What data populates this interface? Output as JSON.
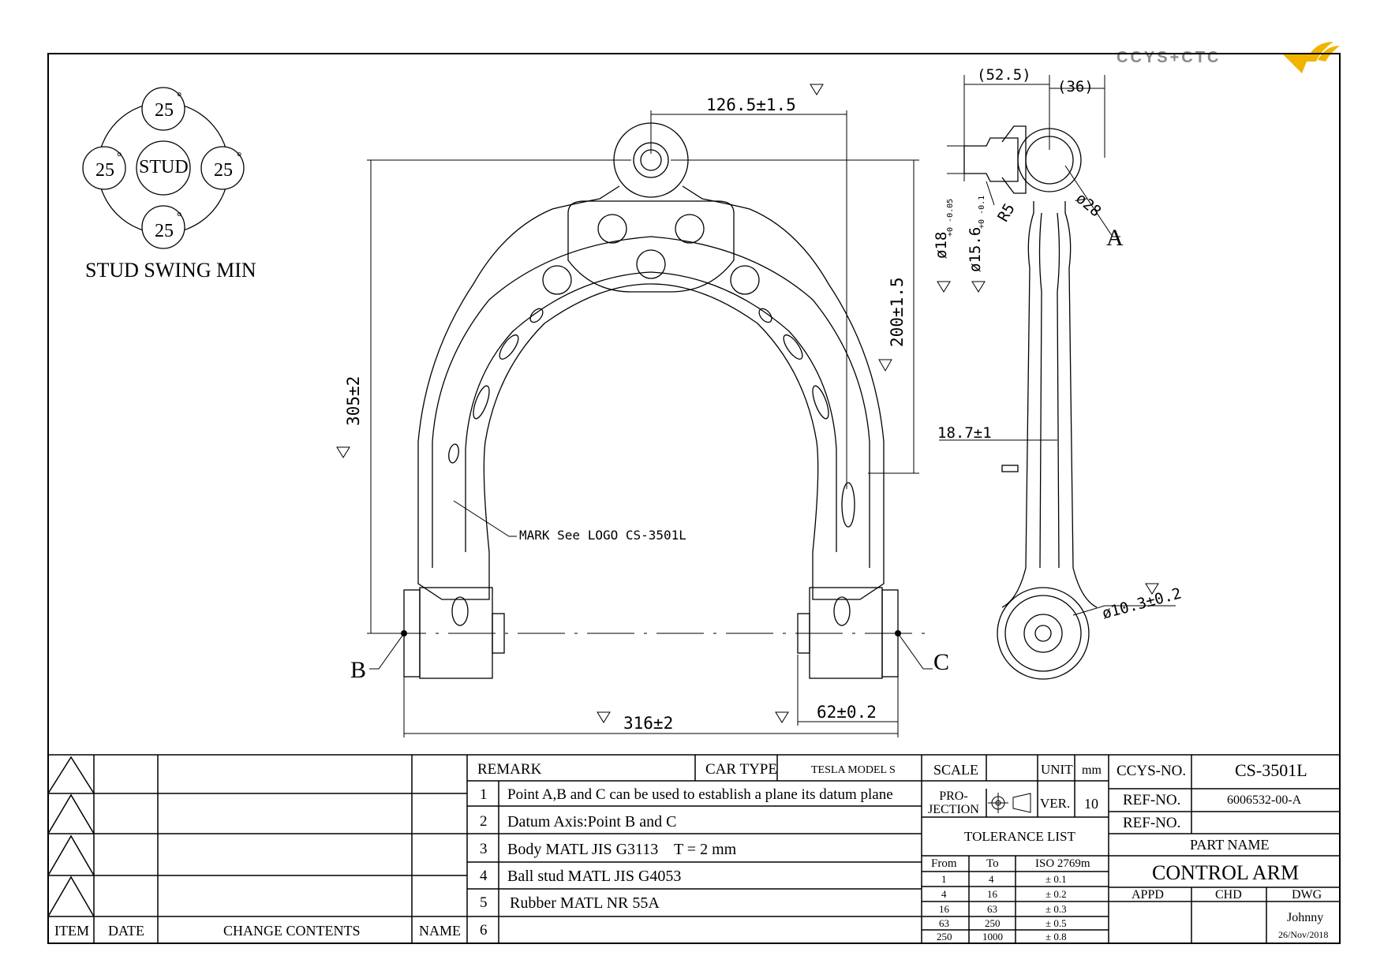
{
  "logo": {
    "text": "CCYS+CTC"
  },
  "stud": {
    "top": "25",
    "left": "25",
    "right": "25",
    "bottom": "25",
    "deg": "°",
    "center": "STUD",
    "caption": "STUD SWING MIN"
  },
  "dims": {
    "d126": "126.5±1.5",
    "d305": "305±2",
    "d200": "200±1.5",
    "d316": "316±2",
    "d62": "62±0.2",
    "d525": "(52.5)",
    "d36": "(36)",
    "d187": "18.7±1",
    "d18": "ø18",
    "d18tol": "+0  -0.05",
    "d156": "ø15.6",
    "d156tol": "+0  -0.1",
    "r5": "R5",
    "d28": "ø28",
    "d103": "ø10.3±0.2"
  },
  "points": {
    "a": "A",
    "b": "B",
    "c": "C"
  },
  "mark": "MARK See LOGO CS-3501L",
  "revision": {
    "item": "ITEM",
    "date": "DATE",
    "change": "CHANGE CONTENTS",
    "name": "NAME"
  },
  "remarks": {
    "header": "REMARK",
    "car_type_label": "CAR TYPE",
    "car_type": "TESLA MODEL S",
    "rows": [
      {
        "no": "1",
        "text": "Point A,B and C can be used to establish a plane its datum plane"
      },
      {
        "no": "2",
        "text": "Datum Axis:Point B and C"
      },
      {
        "no": "3",
        "text": "Body MATL JIS G3113    T = 2 mm"
      },
      {
        "no": "4",
        "text": "Ball stud MATL JIS G4053"
      },
      {
        "no": "5",
        "text": "Rubber MATL NR 55A"
      },
      {
        "no": "6",
        "text": ""
      }
    ]
  },
  "info": {
    "scale": "SCALE",
    "unit": "UNIT",
    "unit_val": "mm",
    "projection": "PRO-\nJECTION",
    "ver": "VER.",
    "ver_val": "10",
    "tolerance_title": "TOLERANCE LIST",
    "tol_cols": [
      "From",
      "To",
      "ISO 2769m"
    ],
    "tol_rows": [
      [
        "1",
        "4",
        "± 0.1"
      ],
      [
        "4",
        "16",
        "± 0.2"
      ],
      [
        "16",
        "63",
        "± 0.3"
      ],
      [
        "63",
        "250",
        "± 0.5"
      ],
      [
        "250",
        "1000",
        "± 0.8"
      ]
    ]
  },
  "title_block": {
    "ccys_no_label": "CCYS-NO.",
    "ccys_no": "CS-3501L",
    "ref_no_label": "REF-NO.",
    "ref_no": "6006532-00-A",
    "ref_no2_label": "REF-NO.",
    "ref_no2": "",
    "part_name_label": "PART NAME",
    "part_name": "CONTROL ARM",
    "appd": "APPD",
    "chd": "CHD",
    "dwg": "DWG",
    "drawn_by": "Johnny",
    "date": "26/Nov/2018"
  },
  "colors": {
    "logo": "#8a8a8a",
    "logo_accent": "#f0b400"
  }
}
